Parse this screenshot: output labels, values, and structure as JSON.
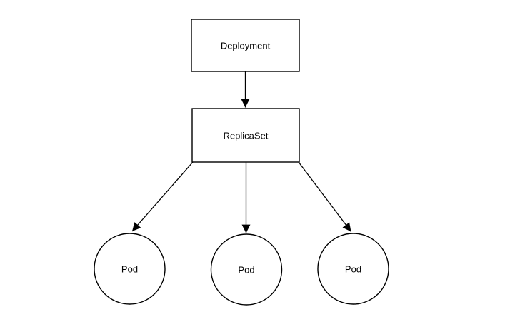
{
  "diagram": {
    "background_color": "#ffffff",
    "stroke_color": "#000000",
    "shape_fill_color": "#ffffff",
    "text_color": "#000000",
    "nodes": {
      "deployment": {
        "label": "Deployment",
        "shape": "rectangle"
      },
      "replicaset": {
        "label": "ReplicaSet",
        "shape": "rectangle"
      },
      "pod1": {
        "label": "Pod",
        "shape": "circle"
      },
      "pod2": {
        "label": "Pod",
        "shape": "circle"
      },
      "pod3": {
        "label": "Pod",
        "shape": "circle"
      }
    },
    "edges": [
      {
        "from": "Deployment",
        "to": "ReplicaSet",
        "style": "arrow"
      },
      {
        "from": "ReplicaSet",
        "to": "Pod (left)",
        "style": "arrow"
      },
      {
        "from": "ReplicaSet",
        "to": "Pod (middle)",
        "style": "arrow"
      },
      {
        "from": "ReplicaSet",
        "to": "Pod (right)",
        "style": "arrow"
      }
    ]
  }
}
